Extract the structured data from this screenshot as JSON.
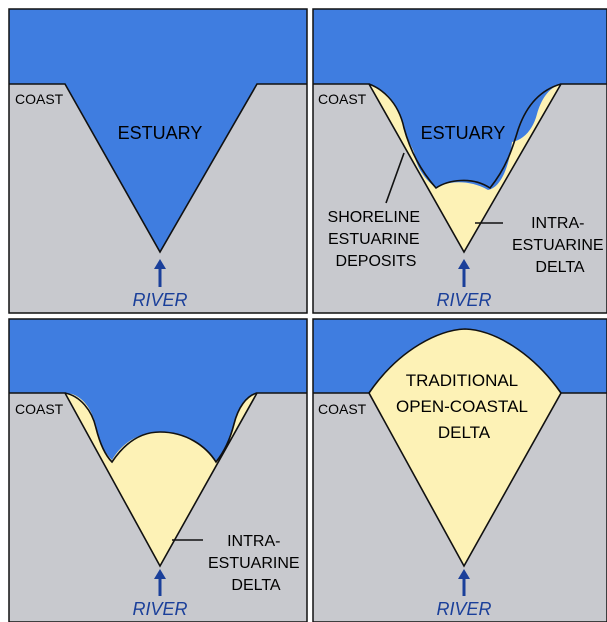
{
  "colors": {
    "water": "#3f7de0",
    "land": "#c8c9ce",
    "sediment": "#fdf2b6",
    "outline": "#111111",
    "river": "#1a3f9a",
    "background": "#ffffff"
  },
  "icons": {
    "river_arrow": "arrow-up-icon"
  },
  "panels": [
    {
      "id": "estuary",
      "coast_label": "COAST",
      "water_label": "ESTUARY",
      "river_label": "RIVER"
    },
    {
      "id": "shoreline-deposits",
      "coast_label": "COAST",
      "water_label": "ESTUARY",
      "deposit_label": [
        "SHORELINE",
        "ESTUARINE",
        "DEPOSITS"
      ],
      "delta_label": [
        "INTRA-",
        "ESTUARINE",
        "DELTA"
      ],
      "river_label": "RIVER"
    },
    {
      "id": "intra-estuarine-delta",
      "coast_label": "COAST",
      "delta_label": [
        "INTRA-",
        "ESTUARINE",
        "DELTA"
      ],
      "river_label": "RIVER"
    },
    {
      "id": "open-coastal-delta",
      "coast_label": "COAST",
      "delta_label": [
        "TRADITIONAL",
        "OPEN-COASTAL",
        "DELTA"
      ],
      "river_label": "RIVER"
    }
  ]
}
